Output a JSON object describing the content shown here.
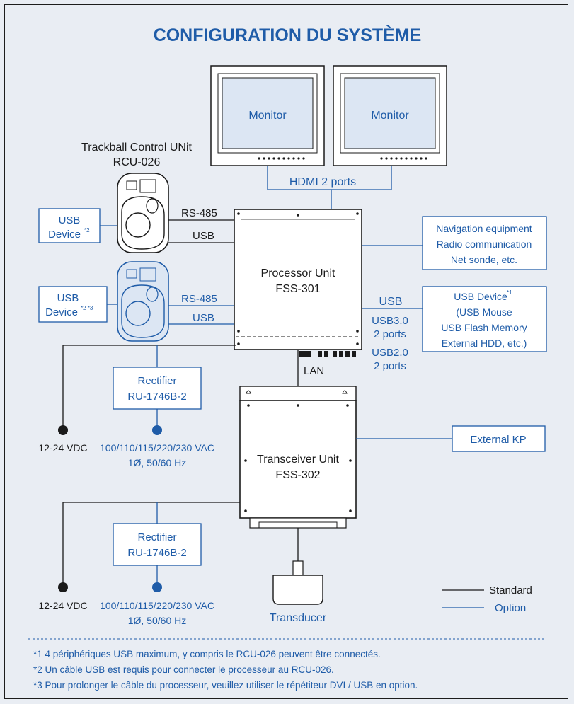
{
  "title": "CONFIGURATION DU SYSTÈME",
  "monitors": [
    "Monitor",
    "Monitor"
  ],
  "hdmi": "HDMI 2 ports",
  "trackball": {
    "line1": "Trackball Control UNit",
    "line2": "RCU-026"
  },
  "usb_device_1": {
    "line1": "USB",
    "line2": "Device",
    "sup": "*2"
  },
  "usb_device_2": {
    "line1": "USB",
    "line2": "Device",
    "sup": "*2 *3"
  },
  "rs485": "RS-485",
  "usb": "USB",
  "processor": {
    "line1": "Processor Unit",
    "line2": "FSS-301"
  },
  "nav_equipment": [
    "Navigation equipment",
    "Radio communication",
    "Net sonde, etc."
  ],
  "usb_device_right": {
    "line1": "USB Device",
    "sup": "*1",
    "lines": [
      "(USB Mouse",
      "USB Flash Memory",
      "External HDD, etc.)"
    ]
  },
  "usb30": [
    "USB3.0",
    "2 ports"
  ],
  "usb20": [
    "USB2.0",
    "2 ports"
  ],
  "lan": "LAN",
  "rectifier": [
    "Rectifier",
    "RU-1746B-2"
  ],
  "dc": "12-24 VDC",
  "ac": [
    "100/110/115/220/230 VAC",
    "1Ø, 50/60 Hz"
  ],
  "transceiver": {
    "line1": "Transceiver Unit",
    "line2": "FSS-302"
  },
  "external_kp": "External KP",
  "transducer": "Transducer",
  "legend": {
    "standard": "Standard",
    "option": "Option"
  },
  "notes": [
    "*1  4 périphériques USB maximum, y compris le RCU-026 peuvent être connectés.",
    "*2  Un câble USB est requis pour connecter le processeur au RCU-026.",
    "*3  Pour prolonger le câble du processeur, veuillez utiliser le répétiteur DVI / USB en option."
  ],
  "colors": {
    "standard": "#1a1a1a",
    "option": "#1f5ca8",
    "background": "#e9edf3"
  }
}
